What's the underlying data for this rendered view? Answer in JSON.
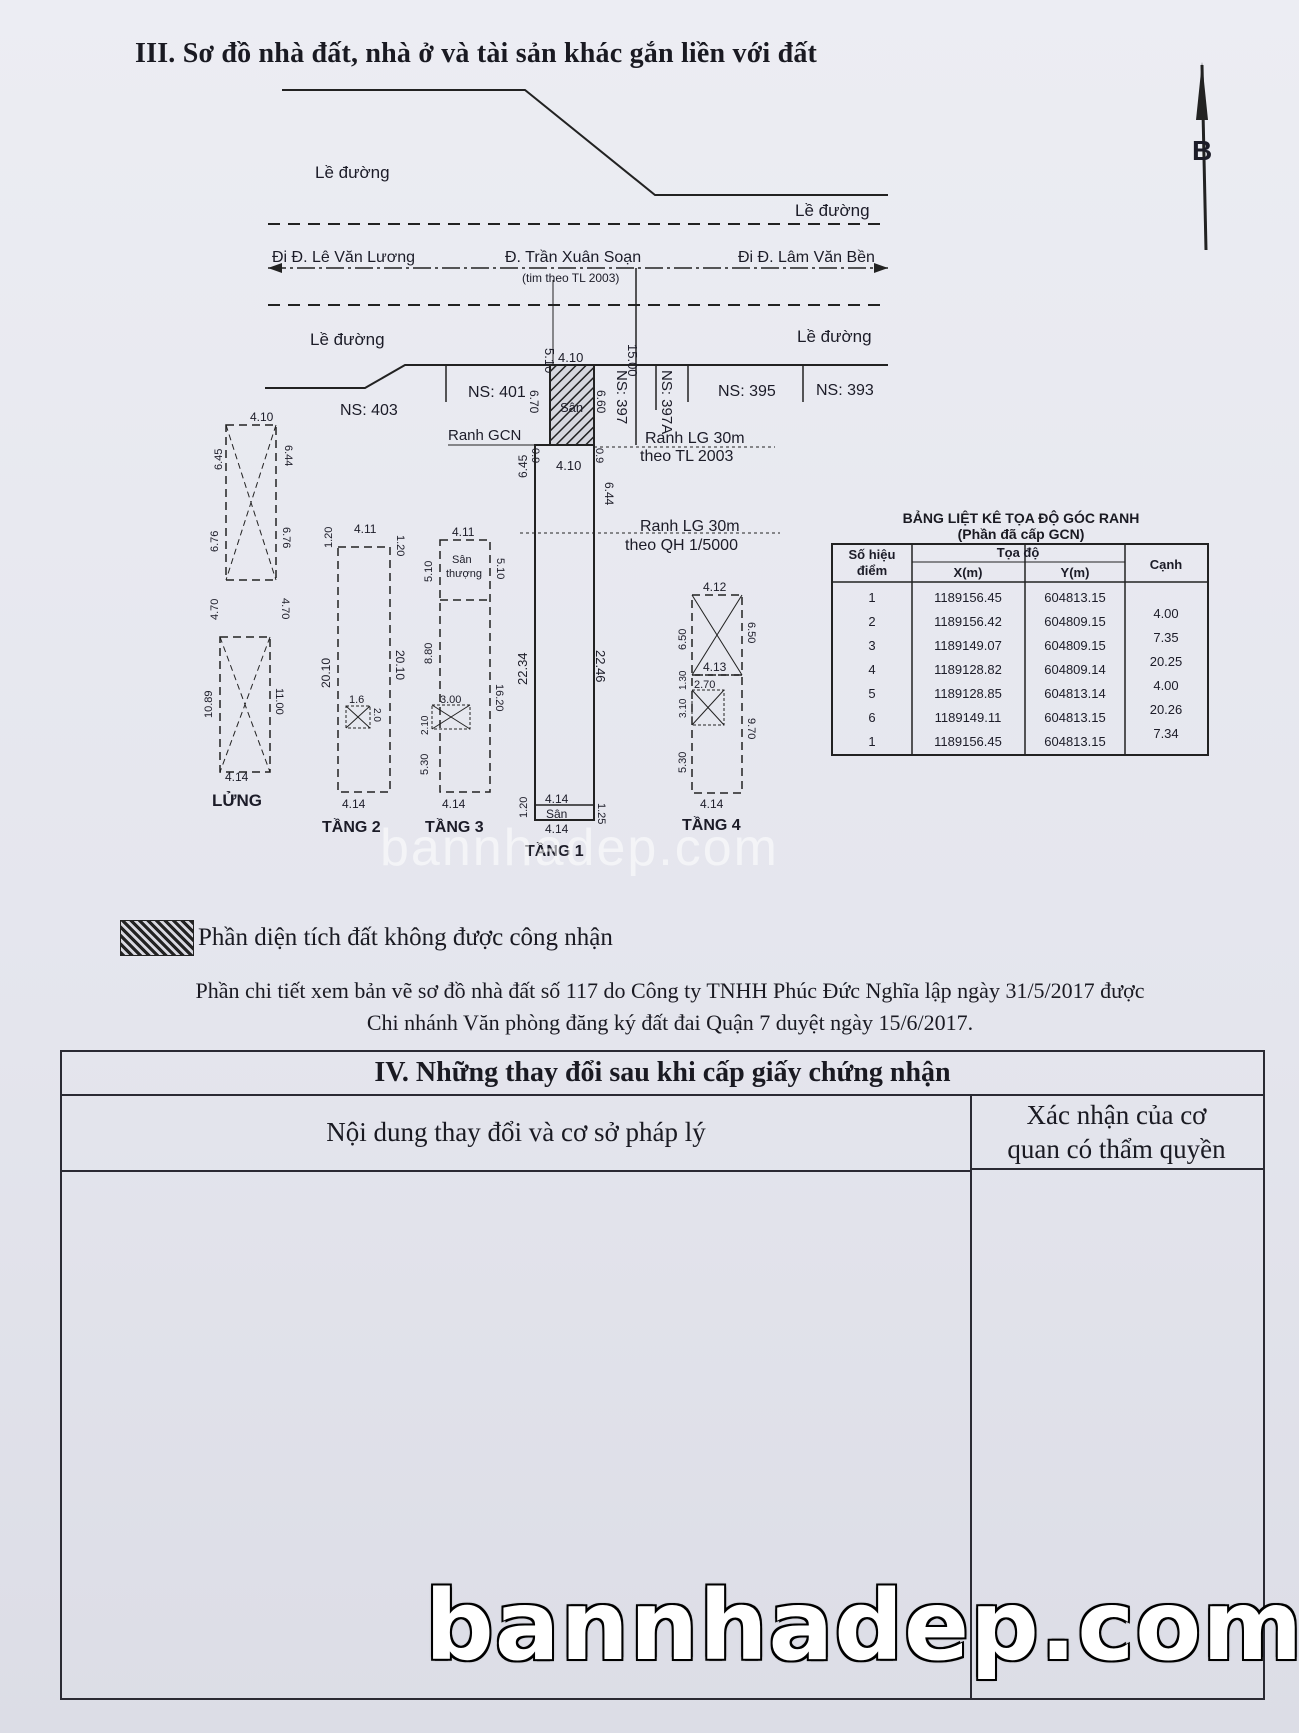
{
  "section3": {
    "title": "III. Sơ đồ nhà đất, nhà ở và tài sản khác gắn liền với đất"
  },
  "diagram": {
    "le_duong": "Lề đường",
    "road_left": "Đi Đ. Lê Văn Lương",
    "road_center": "Đ. Trần Xuân Soạn",
    "road_center_sub": "(tim theo TL 2003)",
    "road_right": "Đi Đ. Lâm Văn Bền",
    "north": "B",
    "ns_403": "NS: 403",
    "ns_401": "NS: 401",
    "ns_397": "NS: 397",
    "ns_397a": "NS: 397A",
    "ns_395": "NS: 395",
    "ns_393": "NS: 393",
    "san": "Sân",
    "ranh_gcn": "Ranh GCN",
    "ranh_lg_tl_1": "Ranh LG 30m",
    "ranh_lg_tl_2": "theo TL 2003",
    "ranh_lg_qh_1": "Ranh LG 30m",
    "ranh_lg_qh_2": "theo QH 1/5000",
    "san_thuong": "Sân thượng",
    "floor_lung": "LỬNG",
    "floor_t1": "TẦNG 1",
    "floor_t2": "TẦNG 2",
    "floor_t3": "TẦNG 3",
    "floor_t4": "TẦNG 4",
    "dims": {
      "d510": "5.10",
      "d1500": "15.00",
      "d410": "4.10",
      "d670": "6.70",
      "d660": "6.60",
      "d09a": "0.9",
      "d09b": "0.9",
      "d645": "6.45",
      "d644": "6.44",
      "d2234": "22.34",
      "d2246": "22.46",
      "d414": "4.14",
      "d120": "1.20",
      "d125": "1.25",
      "l410": "4.10",
      "l645": "6.45",
      "l644": "6.44",
      "l676a": "6.76",
      "l676b": "6.76",
      "l470a": "4.70",
      "l470b": "4.70",
      "l1089": "10.89",
      "l1100": "11.00",
      "l414": "4.14",
      "t2_411": "4.11",
      "t2_120a": "1.20",
      "t2_120b": "1.20",
      "t2_2010a": "20.10",
      "t2_2010b": "20.10",
      "t2_16": "1.6",
      "t2_20": "2.0",
      "t2_414": "4.14",
      "t3_411": "4.11",
      "t3_510a": "5.10",
      "t3_510b": "5.10",
      "t3_880": "8.80",
      "t3_1620": "16.20",
      "t3_300": "3.00",
      "t3_210": "2.10",
      "t3_530": "5.30",
      "t3_414": "4.14",
      "t4_412": "4.12",
      "t4_650a": "6.50",
      "t4_650b": "6.50",
      "t4_413": "4.13",
      "t4_270": "2.70",
      "t4_310": "3.10",
      "t4_130": "1.30",
      "t4_970": "9.70",
      "t4_530": "5.30",
      "t4_414": "4.14"
    }
  },
  "coord_table": {
    "title": "BẢNG LIỆT KÊ TỌA ĐỘ GÓC RANH",
    "subtitle": "(Phần đã cấp GCN)",
    "h_so_hieu_1": "Số hiệu",
    "h_so_hieu_2": "điểm",
    "h_toa_do": "Tọa độ",
    "h_x": "X(m)",
    "h_y": "Y(m)",
    "h_canh": "Cạnh",
    "rows": [
      {
        "id": "1",
        "x": "1189156.45",
        "y": "604813.15"
      },
      {
        "id": "2",
        "x": "1189156.42",
        "y": "604809.15"
      },
      {
        "id": "3",
        "x": "1189149.07",
        "y": "604809.15"
      },
      {
        "id": "4",
        "x": "1189128.82",
        "y": "604809.14"
      },
      {
        "id": "5",
        "x": "1189128.85",
        "y": "604813.14"
      },
      {
        "id": "6",
        "x": "1189149.11",
        "y": "604813.15"
      },
      {
        "id": "1",
        "x": "1189156.45",
        "y": "604813.15"
      }
    ],
    "edges": [
      "4.00",
      "7.35",
      "20.25",
      "4.00",
      "20.26",
      "7.34"
    ]
  },
  "legend": {
    "text": "Phần diện tích đất không được công nhận"
  },
  "note": {
    "line1": "Phần chi tiết xem bản vẽ sơ đồ nhà đất số 117 do Công ty TNHH Phúc Đức Nghĩa lập ngày 31/5/2017 được",
    "line2": "Chi nhánh Văn phòng đăng ký đất đai Quận 7 duyệt ngày 15/6/2017."
  },
  "section4": {
    "title": "IV. Những thay đổi sau khi cấp giấy chứng nhận",
    "col1": "Nội dung thay đổi và cơ sở pháp lý",
    "col2_line1": "Xác nhận của cơ",
    "col2_line2": "quan có thẩm quyền"
  },
  "watermark": {
    "small": "bannhadep.com",
    "big": "bannhadep.com"
  }
}
